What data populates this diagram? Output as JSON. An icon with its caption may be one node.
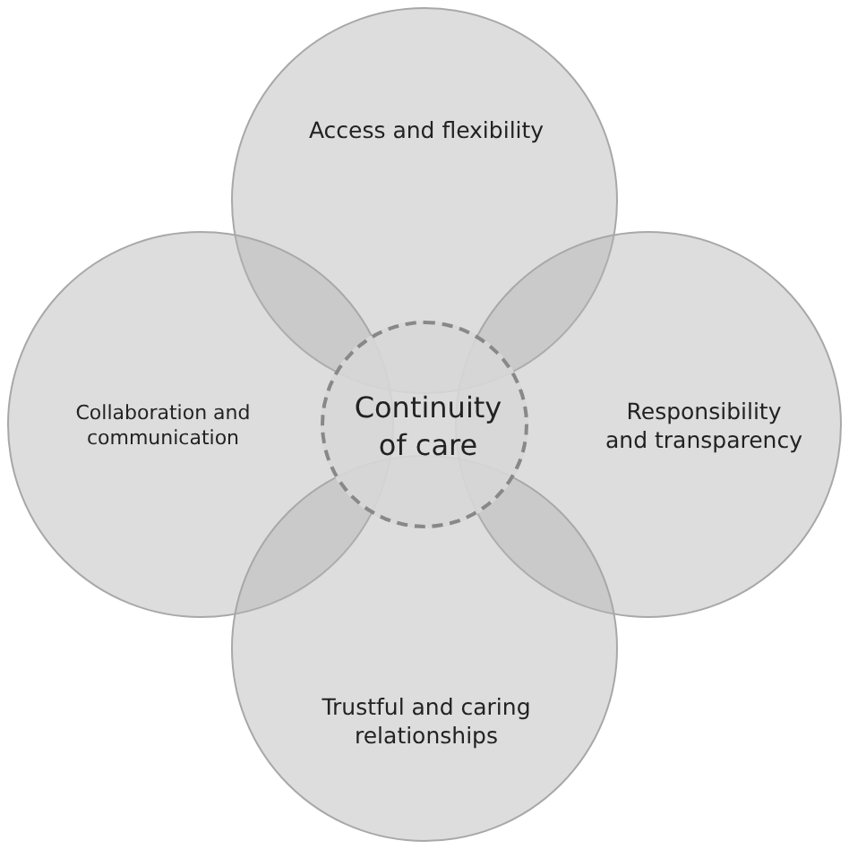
{
  "diagram": {
    "nodes": [
      {
        "text": [
          "Access and flexibility"
        ]
      },
      {
        "text": [
          "Collaboration and communication"
        ]
      },
      {
        "text": [
          "Continuity of care"
        ]
      },
      {
        "text": [
          "Responsibility and transparency"
        ]
      },
      {
        "text": [
          "Trustful and caring relationships"
        ]
      }
    ]
  }
}
